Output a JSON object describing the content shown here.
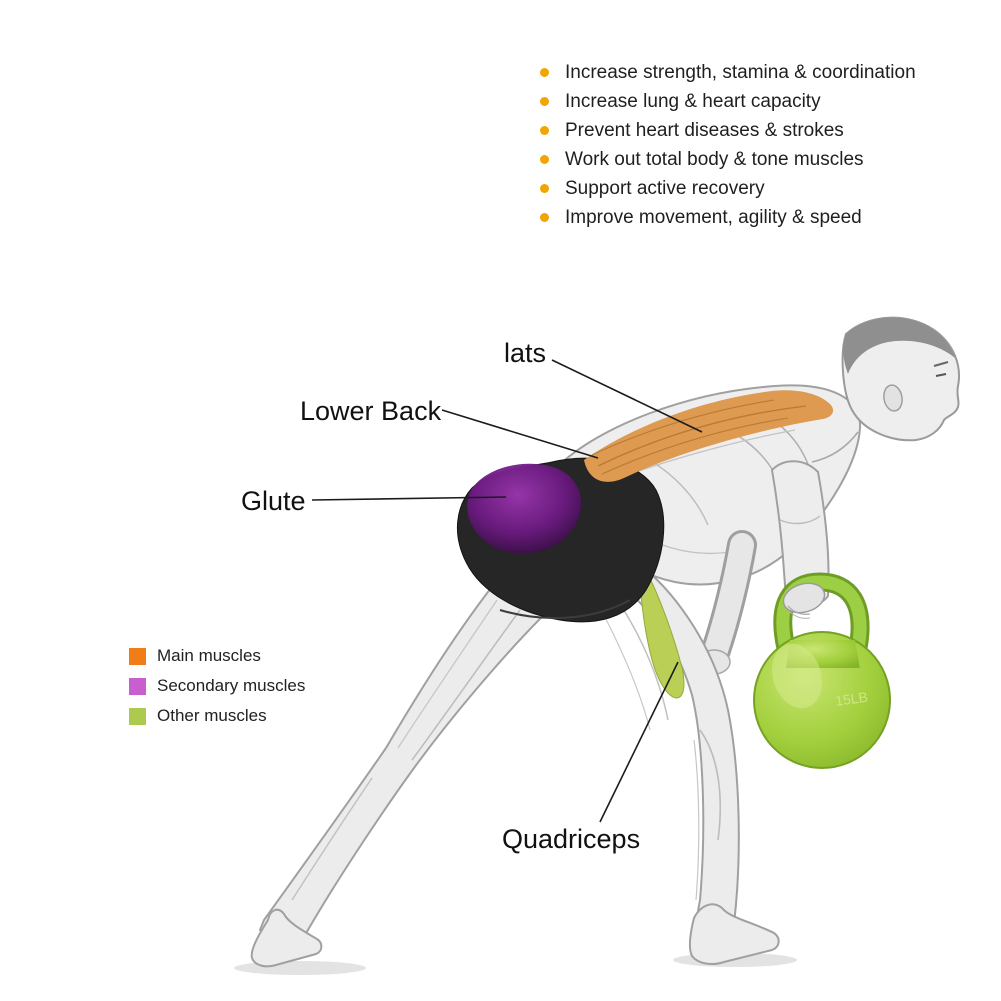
{
  "benefits": {
    "items": [
      "Increase strength, stamina & coordination",
      "Increase lung & heart capacity",
      "Prevent heart diseases & strokes",
      "Work out total body & tone muscles",
      "Support active recovery",
      "Improve movement, agility & speed"
    ],
    "bullet_color": "#f0a500"
  },
  "labels": {
    "lats": "lats",
    "lower_back": "Lower Back",
    "glute": "Glute",
    "quadriceps": "Quadriceps"
  },
  "legend": {
    "items": [
      {
        "label": "Main muscles",
        "color": "#f07d18"
      },
      {
        "label": "Secondary muscles",
        "color": "#c85fd0"
      },
      {
        "label": "Other muscles",
        "color": "#accb4e"
      }
    ]
  },
  "figure": {
    "kettlebell_label": "15LB",
    "highlight_colors": {
      "lats_lower_back": "#dd9a50",
      "glute": "#7a259a",
      "quadriceps": "#b9cf56"
    }
  }
}
